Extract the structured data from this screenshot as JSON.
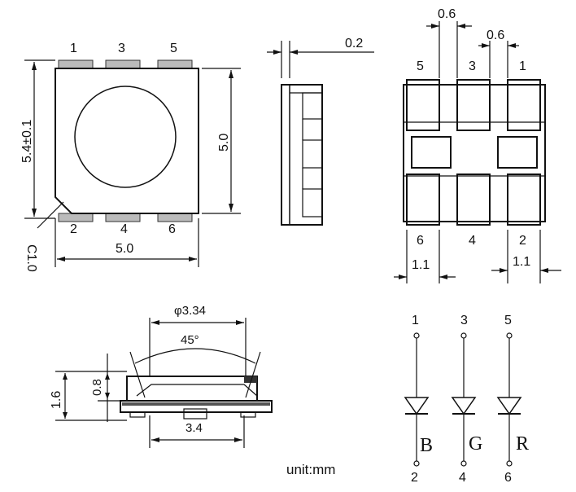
{
  "top_view": {
    "pin_labels_top": [
      "1",
      "3",
      "5"
    ],
    "pin_labels_bottom": [
      "2",
      "4",
      "6"
    ],
    "height_dim": "5.4±0.1",
    "inner_height_dim": "5.0",
    "width_dim": "5.0",
    "chamfer_dim": "C1.0"
  },
  "side_view": {
    "thickness_dim": "0.2"
  },
  "bottom_view": {
    "pitch_top": "0.6",
    "pitch_right": "0.6",
    "pin_labels_top": [
      "5",
      "3",
      "1"
    ],
    "pin_labels_bottom": [
      "6",
      "4",
      "2"
    ],
    "pad_width_left": "1.1",
    "pad_width_right": "1.1"
  },
  "profile_view": {
    "diameter_dim": "φ3.34",
    "angle_dim": "45°",
    "height_dim": "1.6",
    "lens_height_dim": "0.8",
    "base_width_dim": "3.4"
  },
  "schematic": {
    "anode_pins": [
      "1",
      "3",
      "5"
    ],
    "cathode_pins": [
      "2",
      "4",
      "6"
    ],
    "colors": [
      "B",
      "G",
      "R"
    ]
  },
  "unit_label": "unit:mm"
}
